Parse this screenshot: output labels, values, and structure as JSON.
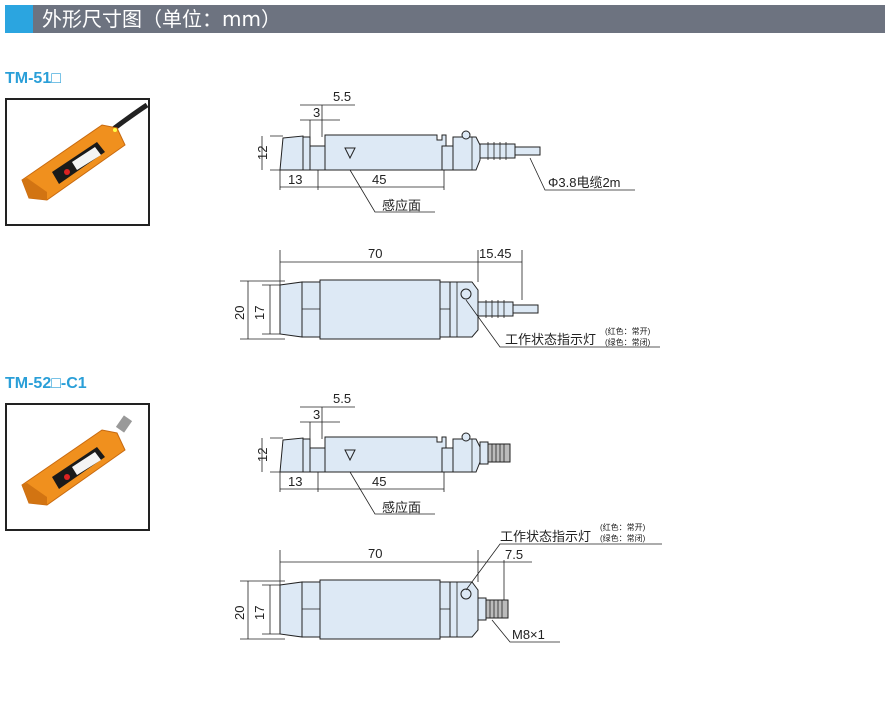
{
  "header": {
    "title": "外形尺寸图（单位：mm）"
  },
  "colors": {
    "accent": "#2ba5e0",
    "header_bg": "#6d7380",
    "model_label": "#2a9fd8",
    "sensor_body": "#dde9f5",
    "product_orange": "#f0901e"
  },
  "models": [
    {
      "name": "TM-51□",
      "side_view": {
        "dim_top_outer": "5.5",
        "dim_top_inner": "3",
        "dim_height": "12",
        "dim_left": "13",
        "dim_body": "45",
        "sensing_face": "感应面",
        "cable_label": "Φ3.8电缆2m"
      },
      "top_view": {
        "dim_length": "70",
        "dim_cable": "15.45",
        "dim_outer": "20",
        "dim_inner": "17",
        "indicator_label": "工作状态指示灯",
        "indicator_red": "(红色：常开)",
        "indicator_green": "(绿色：常闭)"
      }
    },
    {
      "name": "TM-52□-C1",
      "side_view": {
        "dim_top_outer": "5.5",
        "dim_top_inner": "3",
        "dim_height": "12",
        "dim_left": "13",
        "dim_body": "45",
        "sensing_face": "感应面"
      },
      "top_view": {
        "dim_length": "70",
        "dim_connector": "7.5",
        "dim_outer": "20",
        "dim_inner": "17",
        "indicator_label": "工作状态指示灯",
        "indicator_red": "(红色：常开)",
        "indicator_green": "(绿色：常闭)",
        "connector_label": "M8×1"
      }
    }
  ]
}
